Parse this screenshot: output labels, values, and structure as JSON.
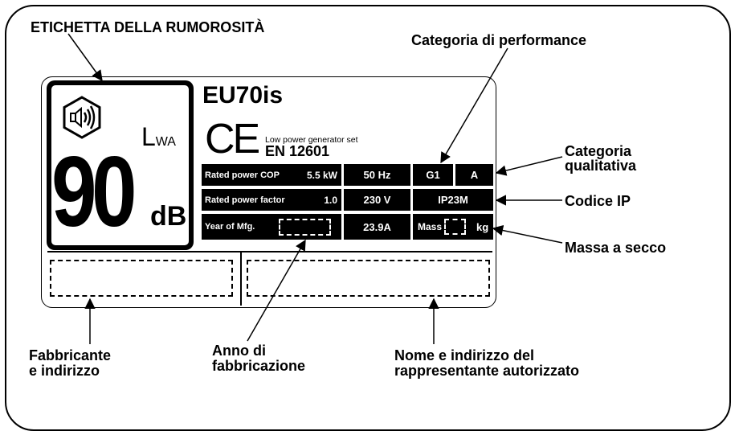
{
  "callouts": {
    "noise_label": "ETICHETTA DELLA RUMOROSITÀ",
    "performance_category": "Categoria di performance",
    "quality_category_line1": "Categoria",
    "quality_category_line2": "qualitativa",
    "ip_code": "Codice IP",
    "dry_mass": "Massa a secco",
    "manufacturer_line1": "Fabbricante",
    "manufacturer_line2": "e indirizzo",
    "year_line1": "Anno di",
    "year_line2": "fabbricazione",
    "representative_line1": "Nome e indirizzo del",
    "representative_line2": "rappresentante autorizzato"
  },
  "noise_panel": {
    "lwa_main": "L",
    "lwa_sub": "WA",
    "value": "90",
    "unit": "dB",
    "icon": "speaker-hexagon-icon"
  },
  "plate": {
    "model": "EU70is",
    "ce_mark": "CE",
    "product_type": "Low power generator set",
    "standard": "EN 12601",
    "rows": [
      {
        "label": "Rated power COP",
        "value": "5.5 kW",
        "frequency": "50 Hz",
        "performance_class": "G1",
        "quality_class": "A"
      },
      {
        "label": "Rated power factor",
        "value": "1.0",
        "voltage": "230 V",
        "ip_code": "IP23M"
      },
      {
        "label": "Year of Mfg.",
        "current": "23.9A",
        "mass_label": "Mass",
        "mass_unit": "kg"
      }
    ]
  },
  "colors": {
    "ink": "#000000",
    "paper": "#ffffff"
  }
}
